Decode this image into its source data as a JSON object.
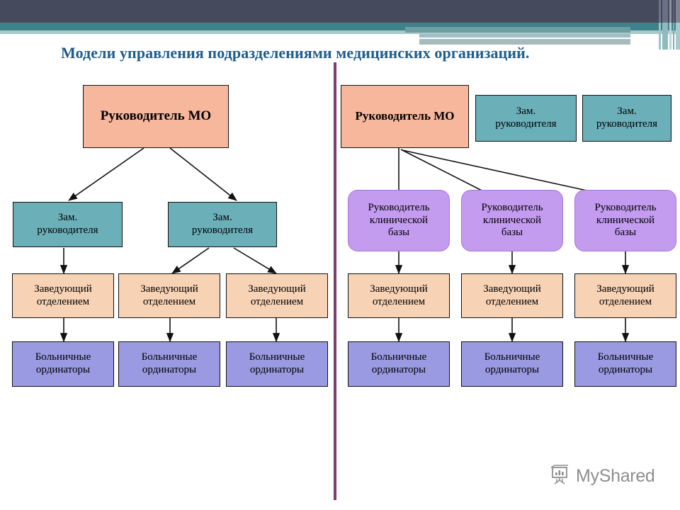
{
  "slide": {
    "title": "Модели управления подразделениями медицинских организаций.",
    "title_color": "#1f5c8b",
    "background": "#ffffff"
  },
  "header": {
    "band_navy_color": "#454a5c",
    "band_teal_color": "#3e8289",
    "band_mint_color": "#a9c8ca"
  },
  "divider": {
    "color": "#7b3f6b"
  },
  "palette": {
    "peach": "#f7b79c",
    "teal": "#6bafb9",
    "peach_light": "#f7d2b4",
    "blue": "#9a9ae2",
    "purple": "#c39bef",
    "border": "#111111"
  },
  "left_model": {
    "level1": [
      {
        "label": "Руководитель МО",
        "fill": "peach"
      }
    ],
    "level2": [
      {
        "label": "Зам.\nруководителя",
        "fill": "teal"
      },
      {
        "label": "Зам.\nруководителя",
        "fill": "teal"
      }
    ],
    "level3": [
      {
        "label": "Заведующий\nотделением",
        "fill": "peach_light"
      },
      {
        "label": "Заведующий\nотделением",
        "fill": "peach_light"
      },
      {
        "label": "Заведующий\nотделением",
        "fill": "peach_light"
      }
    ],
    "level4": [
      {
        "label": "Больничные\nординаторы",
        "fill": "blue"
      },
      {
        "label": "Больничные\nординаторы",
        "fill": "blue"
      },
      {
        "label": "Больничные\nординаторы",
        "fill": "blue"
      }
    ]
  },
  "right_model": {
    "level1": [
      {
        "label": "Руководитель МО",
        "fill": "peach"
      },
      {
        "label": "Зам.\nруководителя",
        "fill": "teal"
      },
      {
        "label": "Зам.\nруководителя",
        "fill": "teal"
      }
    ],
    "level2": [
      {
        "label": "Руководитель\nклинической\nбазы",
        "fill": "purple"
      },
      {
        "label": "Руководитель\nклинической\nбазы",
        "fill": "purple"
      },
      {
        "label": "Руководитель\nклинической\nбазы",
        "fill": "purple"
      }
    ],
    "level3": [
      {
        "label": "Заведующий\nотделением",
        "fill": "peach_light"
      },
      {
        "label": "Заведующий\nотделением",
        "fill": "peach_light"
      },
      {
        "label": "Заведующий\nотделением",
        "fill": "peach_light"
      }
    ],
    "level4": [
      {
        "label": "Больничные\nординаторы",
        "fill": "blue"
      },
      {
        "label": "Больничные\nординаторы",
        "fill": "blue"
      },
      {
        "label": "Больничные\nординаторы",
        "fill": "blue"
      }
    ]
  },
  "watermark": {
    "text": "MyShared",
    "icon": "presentation-board-icon"
  }
}
